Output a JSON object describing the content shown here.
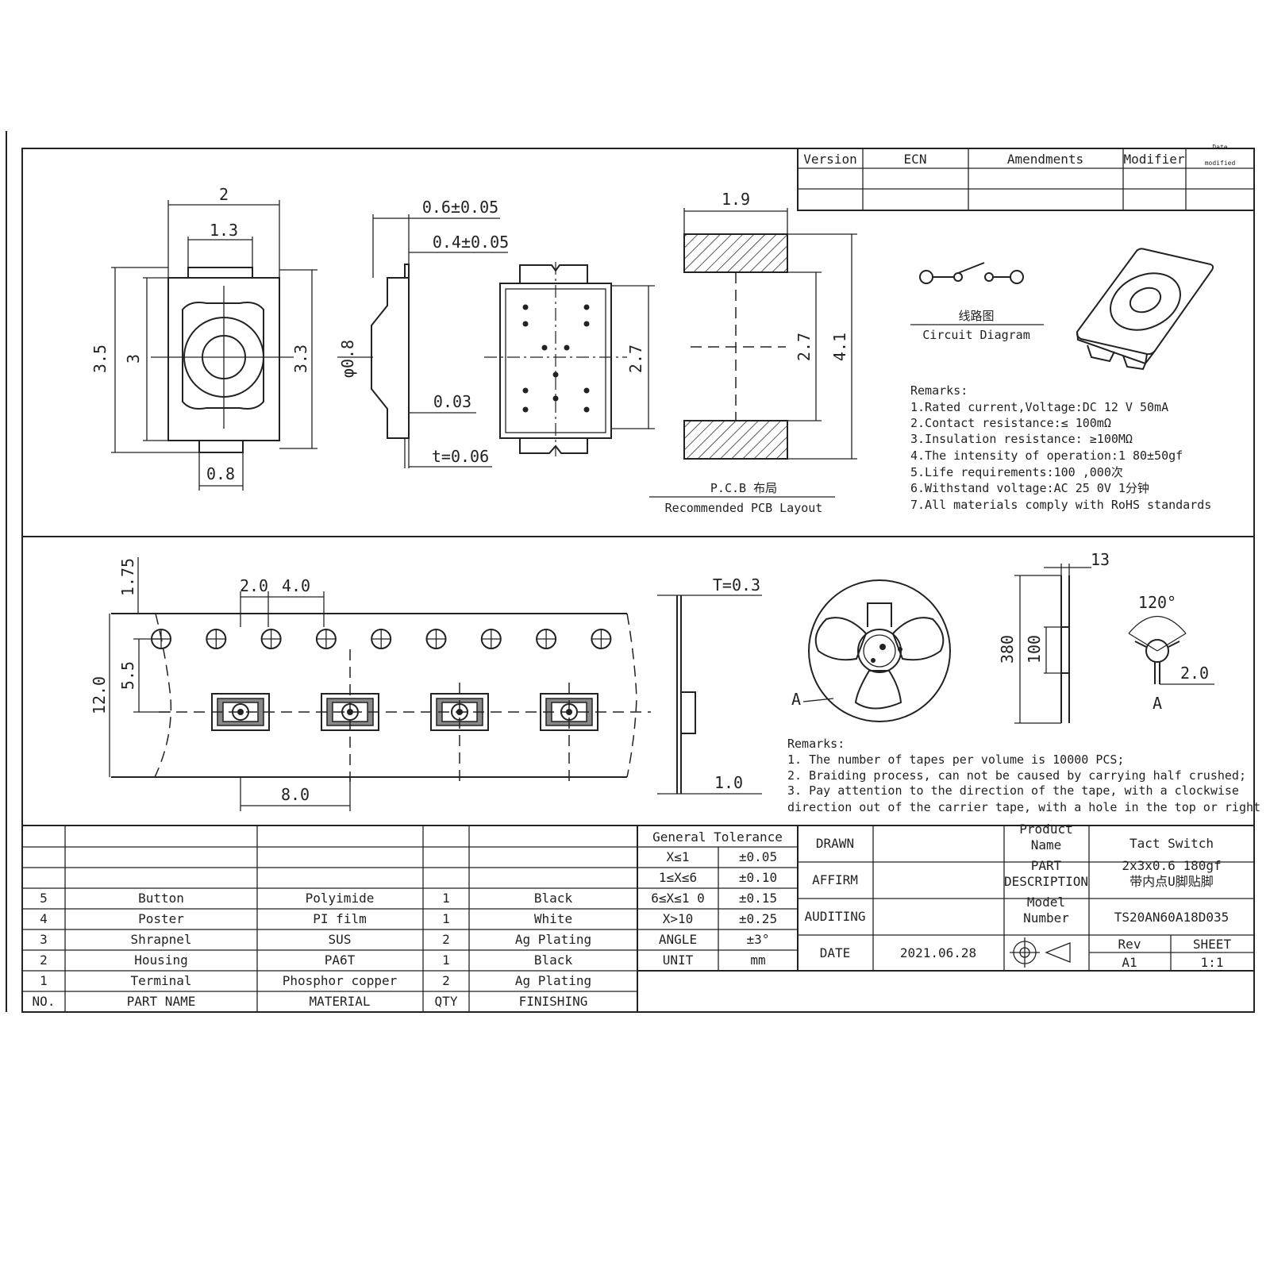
{
  "revision_table": {
    "headers": [
      "Version",
      "ECN",
      "Amendments",
      "Modifier",
      "Date\nmodified"
    ]
  },
  "front_view": {
    "width": "2",
    "inner_width": "1.3",
    "height_outer": "3.5",
    "height_inner": "3",
    "height_right": "3.3",
    "terminal": "0.8"
  },
  "side_view": {
    "t1": "0.6±0.05",
    "t2": "0.4±0.05",
    "dia": "φ0.8",
    "t3": "0.03",
    "t4": "t=0.06"
  },
  "back_view": {
    "height": "2.7"
  },
  "pcb_layout": {
    "width": "1.9",
    "gap": "2.7",
    "total": "4.1",
    "title_cn": "P.C.B 布局",
    "title_en": "Recommended PCB Layout"
  },
  "circuit": {
    "title_cn": "线路图",
    "title_en": "Circuit Diagram"
  },
  "remarks_top": {
    "title": "Remarks:",
    "items": [
      "1.Rated current,Voltage:DC 12  V 50mA",
      "2.Contact resistance:≤ 100mΩ",
      "3.Insulation resistance: ≥100MΩ",
      "4.The intensity of operation:1 80±50gf",
      "5.Life requirements:100 ,000次",
      "6.Withstand voltage:AC 25 0V 1分钟",
      "7.All materials comply with RoHS standards"
    ]
  },
  "tape": {
    "edge": "1.75",
    "pitch_small": "2.0",
    "pitch_hole": "4.0",
    "center": "5.5",
    "width": "12.0",
    "pocket_pitch": "8.0",
    "thickness": "T=0.3",
    "base": "1.0"
  },
  "reel": {
    "label_a": "A",
    "dim_13": "13",
    "dim_380": "380",
    "dim_100": "100",
    "angle": "120°",
    "hub": "2.0",
    "label_a2": "A"
  },
  "remarks_bottom": {
    "title": "Remarks:",
    "items": [
      "1.  The number of tapes per volume is 10000 PCS;",
      "2.  Braiding process, can not be caused by carrying half crushed;",
      "3.  Pay attention to the direction of the tape, with a clockwise",
      "direction out of the carrier tape, with a hole in the top or right"
    ]
  },
  "bom": {
    "header": [
      "NO.",
      "PART NAME",
      "MATERIAL",
      "QTY",
      "FINISHING"
    ],
    "rows": [
      [
        "5",
        "Button",
        "Polyimide",
        "1",
        "Black"
      ],
      [
        "4",
        "Poster",
        "PI film",
        "1",
        "White"
      ],
      [
        "3",
        "Shrapnel",
        "SUS",
        "2",
        "Ag Plating"
      ],
      [
        "2",
        "Housing",
        "PA6T",
        "1",
        "Black"
      ],
      [
        "1",
        "Terminal",
        "Phosphor copper",
        "2",
        "Ag Plating"
      ]
    ]
  },
  "tolerance": {
    "title": "General Tolerance",
    "rows": [
      [
        "X≤1",
        "±0.05"
      ],
      [
        "1≤X≤6",
        "±0.10"
      ],
      [
        "6≤X≤1 0",
        "±0.15"
      ],
      [
        "X>10",
        "±0.25"
      ],
      [
        "ANGLE",
        "±3°"
      ],
      [
        "UNIT",
        "mm"
      ]
    ]
  },
  "approvals": {
    "drawn": "DRAWN",
    "affirm": "AFFIRM",
    "auditing": "AUDITING",
    "date_label": "DATE",
    "date": "2021.06.28"
  },
  "product": {
    "name_label": "Product\nName",
    "name": "Tact Switch",
    "desc_label": "PART\nDESCRIPTION",
    "desc": "2x3x0.6 180gf\n带内点U脚贴脚",
    "model_label": "Model\nNumber",
    "model": "TS20AN60A18D035",
    "rev_label": "Rev",
    "rev": "A1",
    "sheet_label": "SHEET",
    "sheet": "1:1"
  }
}
